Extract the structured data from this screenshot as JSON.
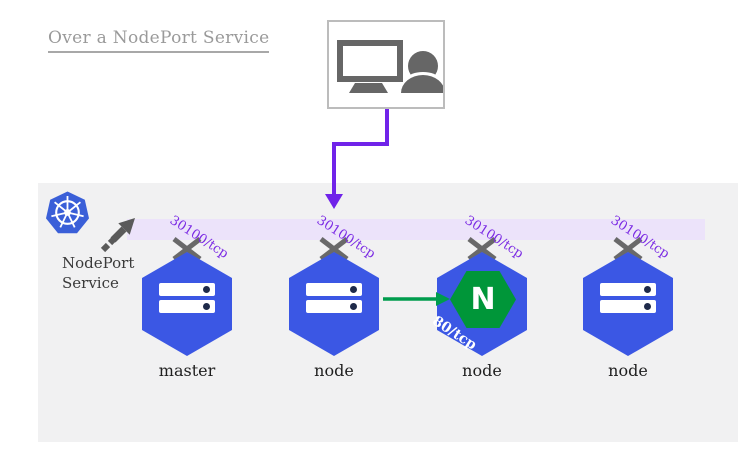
{
  "title": "Over a NodePort Service",
  "service": {
    "lines": [
      "NodePort",
      "Service"
    ]
  },
  "nodes": [
    {
      "name": "master",
      "port": "30100/tcp"
    },
    {
      "name": "node",
      "port": "30100/tcp"
    },
    {
      "name": "node",
      "port": "30100/tcp",
      "app": {
        "name": "nginx",
        "letter": "N",
        "port": "80/tcp"
      }
    },
    {
      "name": "node",
      "port": "30100/tcp"
    }
  ],
  "icons": {
    "client": [
      "monitor-icon",
      "person-icon"
    ],
    "cluster": [
      "kubernetes-helm-icon",
      "northeast-arrow-icon",
      "port-x-icon",
      "server-icon",
      "nginx-logo"
    ]
  },
  "colors": {
    "node_blue": "#3b57e4",
    "kubernetes_blue": "#3a5fd8",
    "band_lavender": "#ece3fa",
    "request_purple": "#7023e9",
    "port_text_purple": "#7b2be4",
    "nginx_green": "#009639",
    "pod_arrow_green": "#009c4d",
    "cluster_gray": "#f1f1f2",
    "title_gray": "#9a9a9a"
  }
}
